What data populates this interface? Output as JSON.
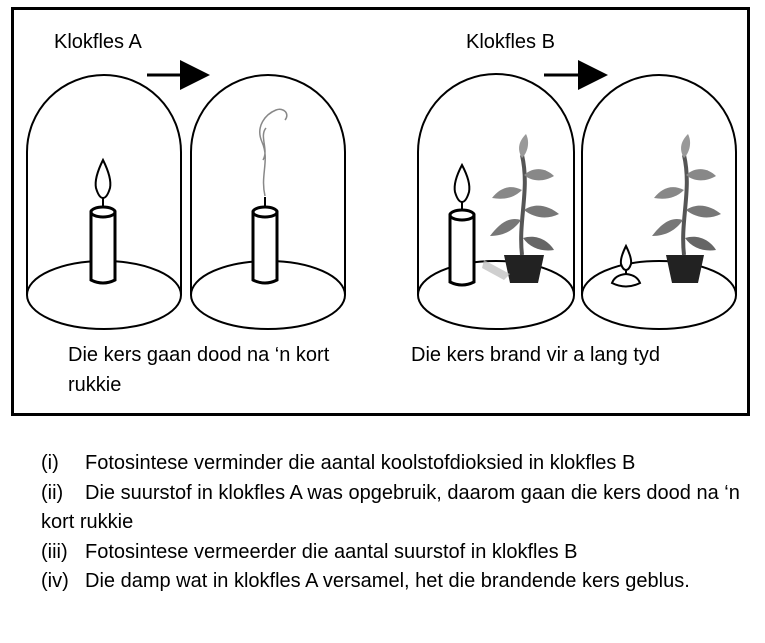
{
  "figure": {
    "label_a": "Klokfles  A",
    "label_b": "Klokfles  B",
    "caption_a": "Die kers gaan dood na ‘n kort rukkie",
    "caption_b": "Die kers brand vir a lang tyd",
    "icons": [
      "arrow-icon",
      "bell-jar-icon",
      "candle-icon",
      "flame-icon",
      "smoke-icon",
      "potted-plant-icon"
    ]
  },
  "statements": [
    {
      "num": "(i)",
      "text": "Fotosintese verminder die aantal koolstofdioksied in klokfles B"
    },
    {
      "num": "(ii)",
      "text": "Die suurstof in klokfles A was opgebruik, daarom gaan die kers dood na ‘n kort rukkie"
    },
    {
      "num": "(iii)",
      "text": "Fotosintese vermeerder die aantal suurstof in klokfles B"
    },
    {
      "num": "(iv)",
      "text": "Die damp wat in klokfles A versamel, het die brandende kers geblus."
    }
  ]
}
